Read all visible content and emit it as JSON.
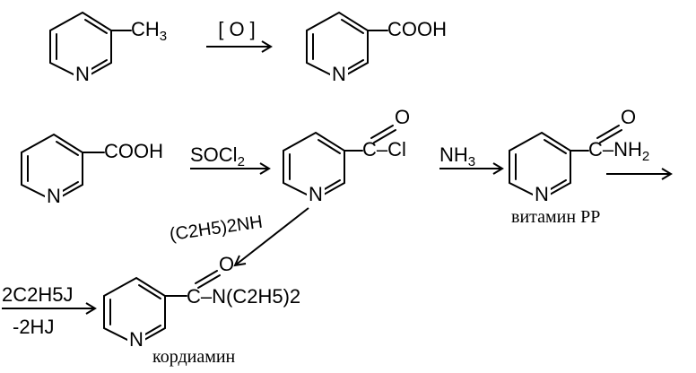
{
  "scheme": {
    "reaction1": {
      "substituent_start": "CH",
      "substituent_sub": "3",
      "reagent": "[ O ]",
      "product_group": "COOH"
    },
    "reaction2": {
      "start_group": "COOH",
      "reagent1_main": "SOCl",
      "reagent1_sub": "2",
      "chloride_group": "C–Cl",
      "chloride_o": "O",
      "reagent2_main": "NH",
      "reagent2_sub": "3",
      "amide_group_c": "C–NH",
      "amide_group_sub": "2",
      "amide_o": "O",
      "product_name": "витамин PP",
      "reagent3": "(C2H5)2NH",
      "reagent4_line1": "2C2H5J",
      "reagent4_line2": "-2HJ",
      "final_group": "C–N(C2H5)2",
      "final_o": "O",
      "final_name": "кордиамин"
    },
    "ring_heteroatom": "N",
    "colors": {
      "ink": "#000000",
      "background": "#ffffff"
    }
  }
}
